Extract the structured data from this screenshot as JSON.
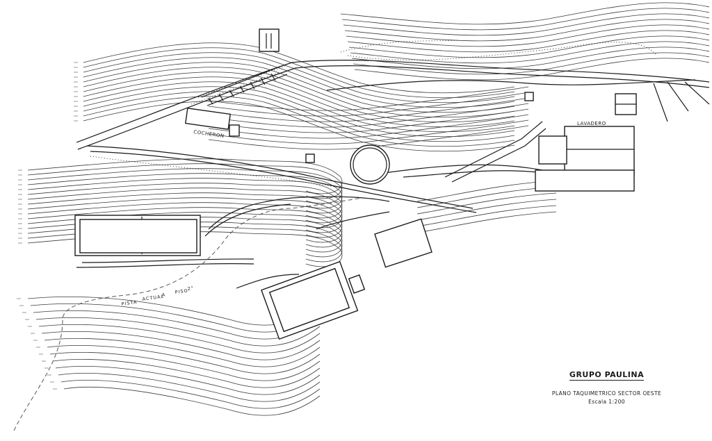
{
  "title_block": {
    "title": "GRUPO PAULINA",
    "subtitle": "PLANO TAQUIMETRICO SECTOR OESTE",
    "scale": "Escala 1:200"
  },
  "labels": {
    "cochera": "COCHERON",
    "lavadero": "LAVADERO"
  },
  "road_words": [
    "PISTA",
    "ACTUAL",
    "A",
    "PISO",
    "2°"
  ],
  "colors": {
    "ink": "#1a1a1a",
    "paper": "#ffffff"
  }
}
